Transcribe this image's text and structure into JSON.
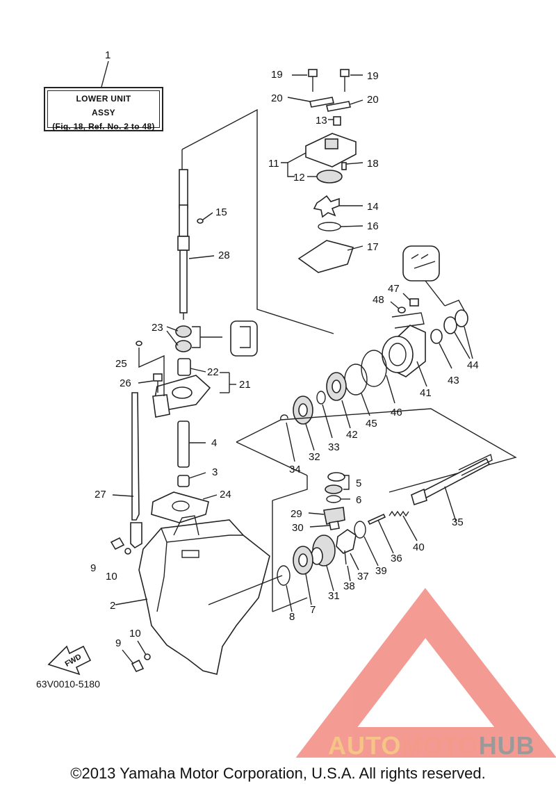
{
  "assy_box": {
    "line1": "LOWER UNIT",
    "line2": "ASSY",
    "line3": "(Fig. 18, Ref. No. 2 to 48)"
  },
  "callouts": {
    "c1": "1",
    "c2": "2",
    "c3": "3",
    "c4": "4",
    "c5": "5",
    "c6": "6",
    "c7": "7",
    "c8": "8",
    "c9a": "9",
    "c9b": "9",
    "c10a": "10",
    "c10b": "10",
    "c11": "11",
    "c12": "12",
    "c13": "13",
    "c14": "14",
    "c15": "15",
    "c16": "16",
    "c17": "17",
    "c18": "18",
    "c19a": "19",
    "c19b": "19",
    "c20a": "20",
    "c20b": "20",
    "c21": "21",
    "c22": "22",
    "c23": "23",
    "c24": "24",
    "c25": "25",
    "c26": "26",
    "c27": "27",
    "c28": "28",
    "c29": "29",
    "c30": "30",
    "c31": "31",
    "c32": "32",
    "c33": "33",
    "c34": "34",
    "c35": "35",
    "c36": "36",
    "c37": "37",
    "c38": "38",
    "c39": "39",
    "c40": "40",
    "c41": "41",
    "c42": "42",
    "c43": "43",
    "c44": "44",
    "c45": "45",
    "c46": "46",
    "c47": "47",
    "c48": "48"
  },
  "fwd_label": "FWD",
  "figure_code": "63V0010-5180",
  "watermark": {
    "part1": "AUTO",
    "part2": "MOTO",
    "part3": "HUB"
  },
  "copyright": "©2013 Yamaha Motor Corporation, U.S.A. All rights reserved.",
  "colors": {
    "line": "#222222",
    "watermark_red": "#f28a80",
    "watermark_orange": "#f7c488",
    "watermark_gray": "#9a9a9a"
  }
}
